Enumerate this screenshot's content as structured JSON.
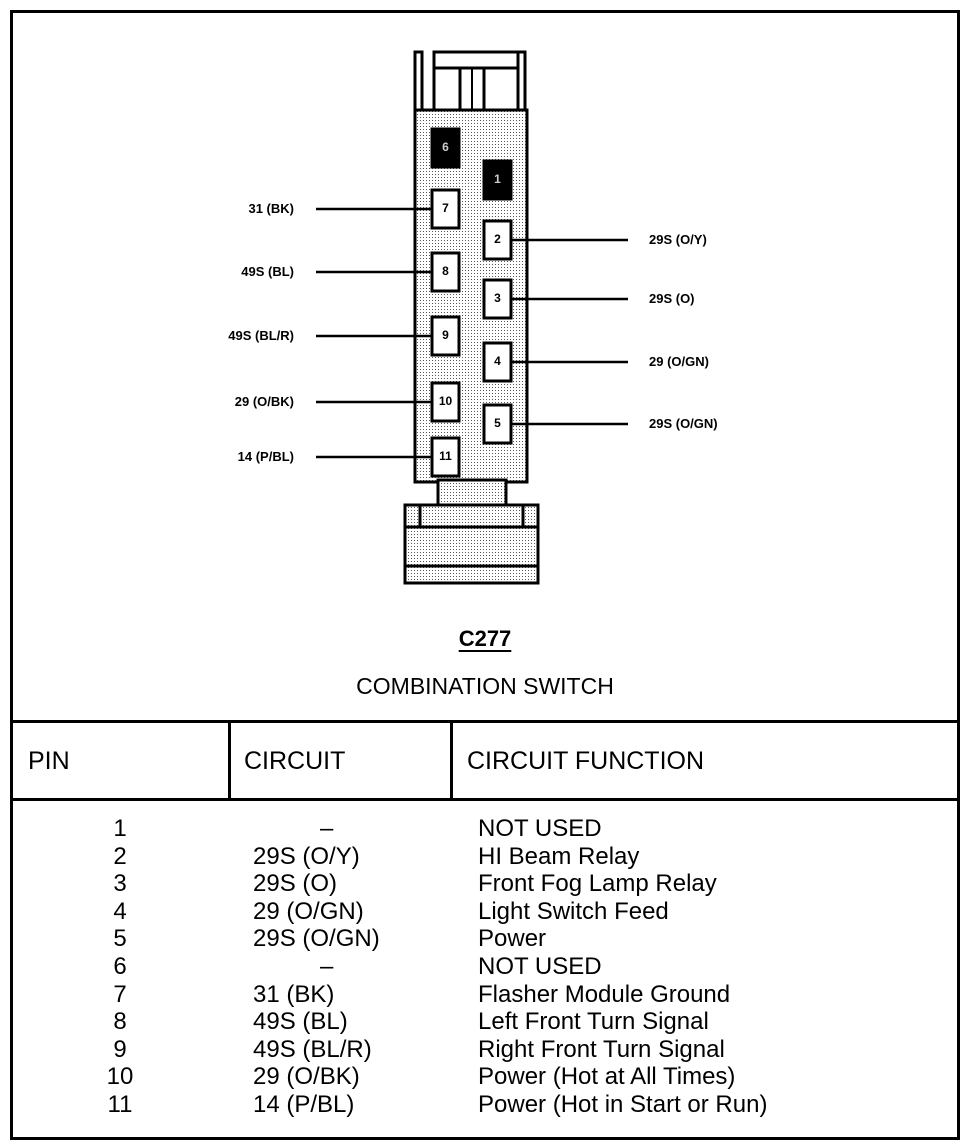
{
  "connector": {
    "id": "C277",
    "name": "COMBINATION SWITCH",
    "pins_left": [
      {
        "pin": "6",
        "style": "dark",
        "label": ""
      },
      {
        "pin": "7",
        "style": "light",
        "label": "31 (BK)"
      },
      {
        "pin": "8",
        "style": "light",
        "label": "49S (BL)"
      },
      {
        "pin": "9",
        "style": "light",
        "label": "49S (BL/R)"
      },
      {
        "pin": "10",
        "style": "light",
        "label": "29 (O/BK)"
      },
      {
        "pin": "11",
        "style": "light",
        "label": "14 (P/BL)"
      }
    ],
    "pins_right": [
      {
        "pin": "1",
        "style": "dark",
        "label": ""
      },
      {
        "pin": "2",
        "style": "light",
        "label": "29S (O/Y)"
      },
      {
        "pin": "3",
        "style": "light",
        "label": "29S (O)"
      },
      {
        "pin": "4",
        "style": "light",
        "label": "29 (O/GN)"
      },
      {
        "pin": "5",
        "style": "light",
        "label": "29S (O/GN)"
      }
    ]
  },
  "table": {
    "headers": {
      "pin": "PIN",
      "circuit": "CIRCUIT",
      "function": "CIRCUIT FUNCTION"
    },
    "rows": [
      {
        "pin": "1",
        "circuit": "–",
        "function": "NOT USED"
      },
      {
        "pin": "2",
        "circuit": "29S (O/Y)",
        "function": "HI Beam Relay"
      },
      {
        "pin": "3",
        "circuit": "29S (O)",
        "function": "Front Fog Lamp Relay"
      },
      {
        "pin": "4",
        "circuit": "29 (O/GN)",
        "function": "Light Switch Feed"
      },
      {
        "pin": "5",
        "circuit": "29S (O/GN)",
        "function": "Power"
      },
      {
        "pin": "6",
        "circuit": "–",
        "function": "NOT USED"
      },
      {
        "pin": "7",
        "circuit": "31 (BK)",
        "function": "Flasher Module Ground"
      },
      {
        "pin": "8",
        "circuit": "49S (BL)",
        "function": "Left Front Turn Signal"
      },
      {
        "pin": "9",
        "circuit": "49S (BL/R)",
        "function": "Right Front Turn Signal"
      },
      {
        "pin": "10",
        "circuit": "29 (O/BK)",
        "function": "Power (Hot at All Times)"
      },
      {
        "pin": "11",
        "circuit": "14 (P/BL)",
        "function": "Power (Hot in Start or Run)"
      }
    ]
  }
}
